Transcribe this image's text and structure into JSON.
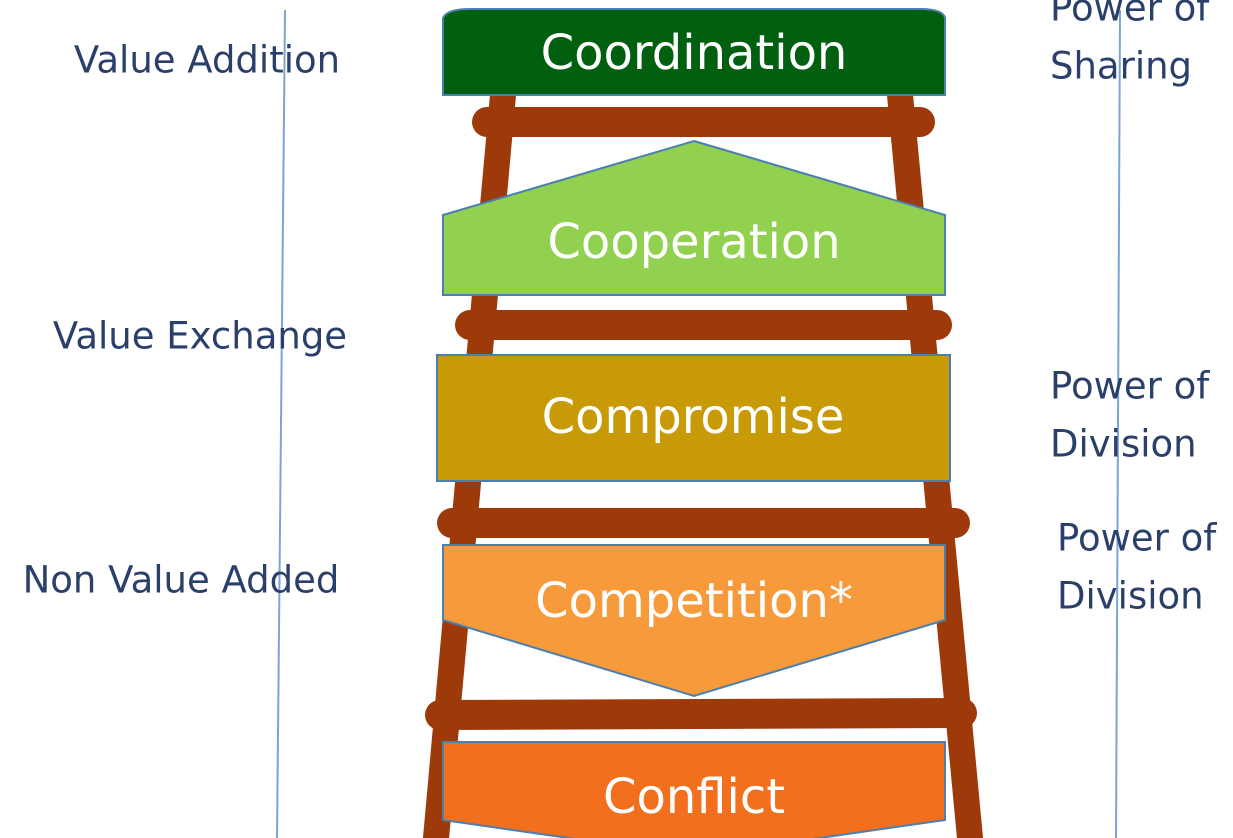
{
  "colors": {
    "ladder": "#9e3a0a",
    "guide_line": "#7aa6d6",
    "side_text": "#2a3f6a",
    "stage_text": "#ffffff",
    "stage_border": "#4a7fb0"
  },
  "stages": {
    "coordination": {
      "label": "Coordination",
      "color": "#006010"
    },
    "cooperation": {
      "label": "Cooperation",
      "color": "#92d050"
    },
    "compromise": {
      "label": "Compromise",
      "color": "#c89a08"
    },
    "competition": {
      "label": "Competition*",
      "color": "#f79a3c"
    },
    "conflict": {
      "label": "Conflict",
      "color": "#f2701d"
    }
  },
  "left_labels": {
    "value_addition": "Value Addition",
    "value_exchange": "Value Exchange",
    "non_value_added": "Non Value Added"
  },
  "right_labels": {
    "sharing_line1": "Power of",
    "sharing_line2": "Sharing",
    "division_a_line1": "Power of",
    "division_a_line2": "Division",
    "division_b_line1": "Power of",
    "division_b_line2": "Division"
  }
}
